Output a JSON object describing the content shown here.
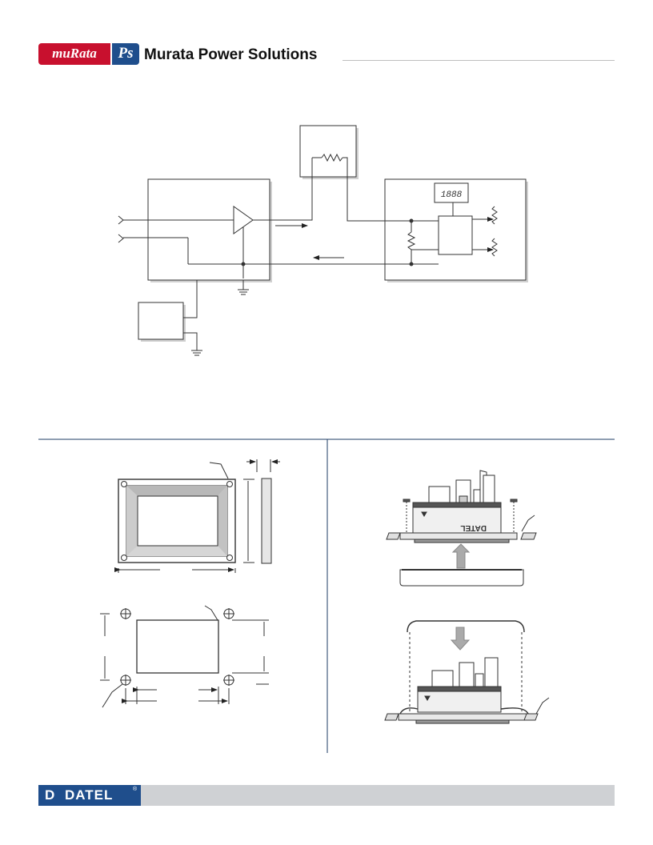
{
  "header": {
    "brand_logo": "muRata",
    "brand_ps": "Ps",
    "title": "Murata Power Solutions"
  },
  "diagram": {
    "display_digits": "1888"
  },
  "footer": {
    "logo_mark": "D",
    "logo_text": "DATEL",
    "registered": "®"
  },
  "colors": {
    "murata_red": "#c8102e",
    "brand_blue": "#1f4e8c",
    "footer_gray": "#cfd1d4"
  }
}
